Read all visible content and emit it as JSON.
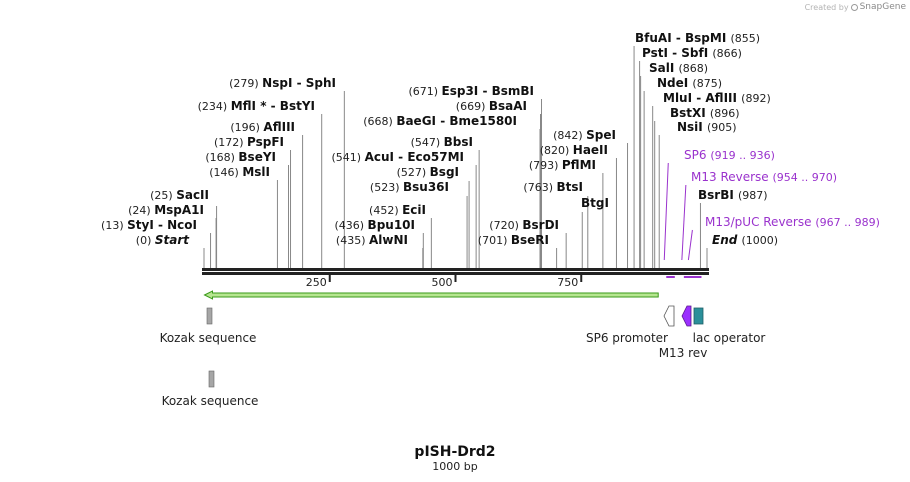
{
  "credit": {
    "prefix": "Created by",
    "brand": "SnapGene"
  },
  "plasmid": {
    "name": "pISH-Drd2",
    "length_label": "1000 bp",
    "length": 1000
  },
  "sites": [
    {
      "name": "Start",
      "pos": "(0)",
      "bp": 0,
      "italic": true
    },
    {
      "name": "StyI  - NcoI",
      "pos": "(13)",
      "bp": 13
    },
    {
      "name": "MspA1I",
      "pos": "(24)",
      "bp": 24
    },
    {
      "name": "SacII",
      "pos": "(25)",
      "bp": 25
    },
    {
      "name": "MslI",
      "pos": "(146)",
      "bp": 146
    },
    {
      "name": "BseYI",
      "pos": "(168)",
      "bp": 168
    },
    {
      "name": "PspFI",
      "pos": "(172)",
      "bp": 172
    },
    {
      "name": "AflIII",
      "pos": "(196)",
      "bp": 196
    },
    {
      "name": "MflI *  - BstYI",
      "pos": "(234)",
      "bp": 234
    },
    {
      "name": "NspI  - SphI",
      "pos": "(279)",
      "bp": 279
    },
    {
      "name": "AlwNI",
      "pos": "(435)",
      "bp": 435
    },
    {
      "name": "Bpu10I",
      "pos": "(436)",
      "bp": 436
    },
    {
      "name": "EciI",
      "pos": "(452)",
      "bp": 452
    },
    {
      "name": "Bsu36I",
      "pos": "(523)",
      "bp": 523
    },
    {
      "name": "BsgI",
      "pos": "(527)",
      "bp": 527
    },
    {
      "name": "AcuI  - Eco57MI",
      "pos": "(541)",
      "bp": 541
    },
    {
      "name": "BbsI",
      "pos": "(547)",
      "bp": 547
    },
    {
      "name": "BaeGI  - Bme1580I",
      "pos": "(668)",
      "bp": 668
    },
    {
      "name": "BsaAI",
      "pos": "(669)",
      "bp": 669
    },
    {
      "name": "Esp3I  - BsmBI",
      "pos": "(671)",
      "bp": 671
    },
    {
      "name": "BseRI",
      "pos": "(701)",
      "bp": 701
    },
    {
      "name": "BsrDI",
      "pos": "(720)",
      "bp": 720
    },
    {
      "name": "BtgI",
      "pos": "",
      "bp": 752
    },
    {
      "name": "BtsI",
      "pos": "(763)",
      "bp": 763
    },
    {
      "name": "PflMI",
      "pos": "(793)",
      "bp": 793
    },
    {
      "name": "HaeII",
      "pos": "(820)",
      "bp": 820
    },
    {
      "name": "SpeI",
      "pos": "(842)",
      "bp": 842
    },
    {
      "name": "BfuAI  - BspMI",
      "pos": "(855)",
      "bp": 855
    },
    {
      "name": "PstI  - SbfI",
      "pos": "(866)",
      "bp": 866
    },
    {
      "name": "SalI",
      "pos": "(868)",
      "bp": 868
    },
    {
      "name": "NdeI",
      "pos": "(875)",
      "bp": 875
    },
    {
      "name": "MluI  - AflIII",
      "pos": "(892)",
      "bp": 892
    },
    {
      "name": "BstXI",
      "pos": "(896)",
      "bp": 896
    },
    {
      "name": "NsiI",
      "pos": "(905)",
      "bp": 905
    },
    {
      "name": "BsrBI",
      "pos": "(987)",
      "bp": 987
    },
    {
      "name": "End",
      "pos": "(1000)",
      "bp": 1000,
      "italic": true
    }
  ],
  "primers": [
    {
      "name": "SP6",
      "range": "(919 .. 936)",
      "start": 919,
      "end": 936
    },
    {
      "name": "M13 Reverse",
      "range": "(954 .. 970)",
      "start": 954,
      "end": 970
    },
    {
      "name": "M13/pUC Reverse",
      "range": "(967 .. 989)",
      "start": 967,
      "end": 989
    }
  ],
  "ticks": [
    250,
    500,
    750
  ],
  "orf": {
    "start": 1,
    "end": 903,
    "direction": "reverse"
  },
  "features": [
    {
      "name": "Kozak sequence",
      "start": 9,
      "end": 18,
      "type": "box"
    },
    {
      "name": "Kozak sequence",
      "start": 9,
      "end": 18,
      "type": "box"
    },
    {
      "name": "SP6 promoter",
      "start": 919,
      "end": 937,
      "type": "promoter"
    },
    {
      "name": "M13 rev",
      "start": 954,
      "end": 970,
      "type": "primer_bind"
    },
    {
      "name": "lac operator",
      "start": 978,
      "end": 994,
      "type": "operator"
    }
  ],
  "colors": {
    "backbone": "#222222",
    "orf_fill": "#b6e690",
    "orf_stroke": "#3a9a1a",
    "primer": "#9a32cd",
    "feature_gray": "#a6a6a6",
    "promoter": "#ffffff",
    "m13rev": "#9b30ff",
    "lac_operator": "#2b8f9a",
    "site_line": "#888888",
    "site_text": "#111111"
  }
}
